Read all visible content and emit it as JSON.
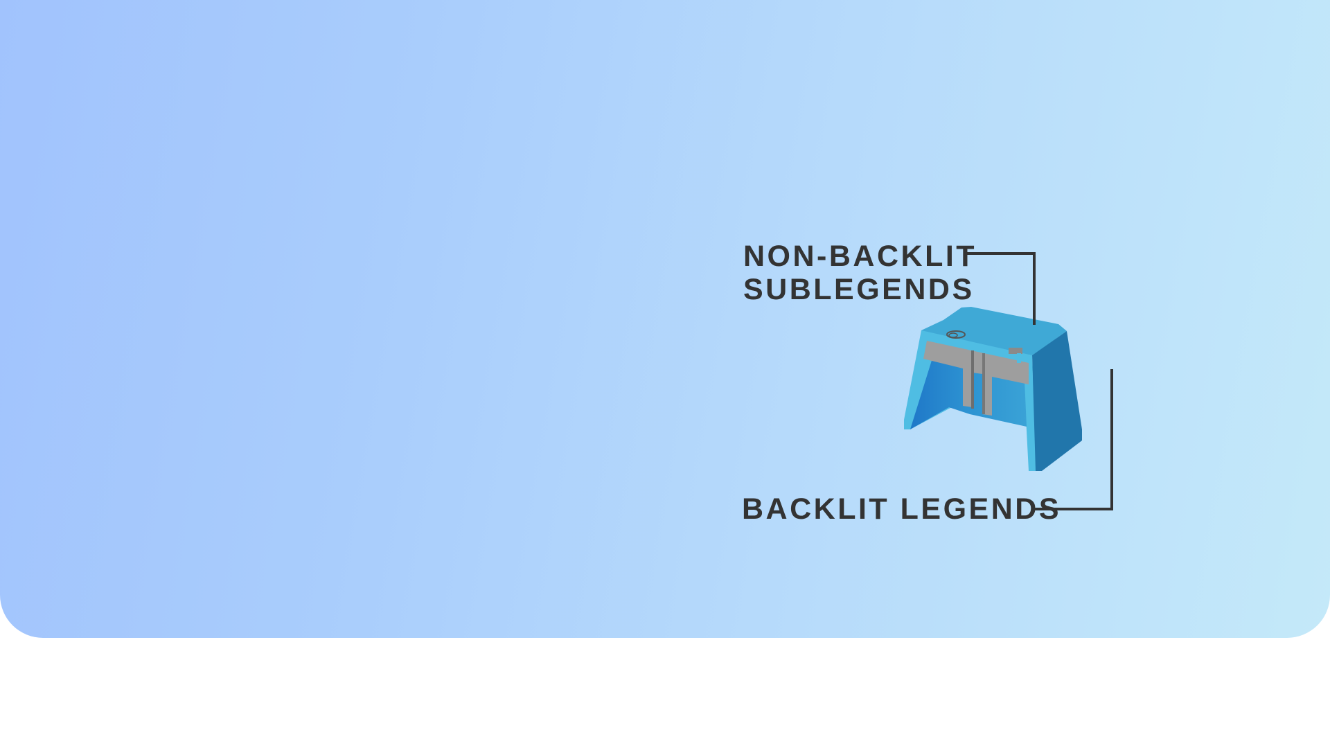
{
  "callouts": {
    "non_backlit_line1": "NON-BACKLIT",
    "non_backlit_line2": "SUBLEGENDS",
    "backlit": "BACKLIT LEGENDS"
  },
  "colors": {
    "text": "#333333",
    "keycap_top": "#3fa9d6",
    "keycap_side": "#2176ab",
    "keycap_edge": "#4fbde3",
    "stem": "#9e9e9e"
  }
}
